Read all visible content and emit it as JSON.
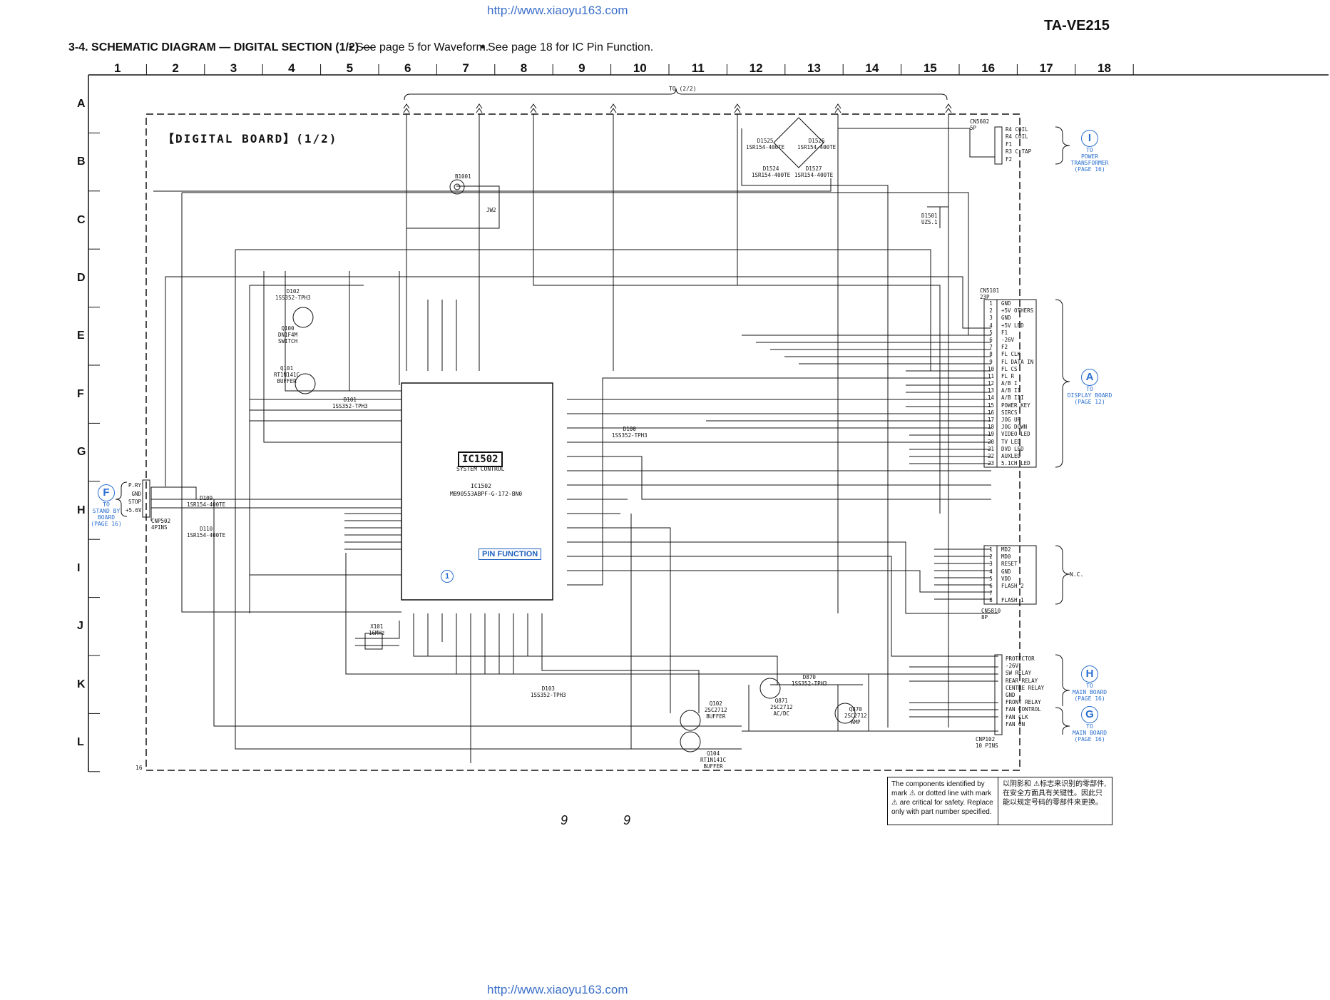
{
  "watermark_top": "http://www.xiaoyu163.com",
  "watermark_bottom": "http://www.xiaoyu163.com",
  "model": "TA-VE215",
  "heading": "3-4. SCHEMATIC DIAGRAM — DIGITAL SECTION (1/2) —",
  "note1": "• See page 5 for Waveform.",
  "note2": "• See page 18 for IC Pin Function.",
  "columns": [
    "1",
    "2",
    "3",
    "4",
    "5",
    "6",
    "7",
    "8",
    "9",
    "10",
    "11",
    "12",
    "13",
    "14",
    "15",
    "16",
    "17",
    "18"
  ],
  "rows": [
    "A",
    "B",
    "C",
    "D",
    "E",
    "F",
    "G",
    "H",
    "I",
    "J",
    "K",
    "L"
  ],
  "board_title": "【DIGITAL BOARD】(1/2)",
  "to_label": "TO (2/2)",
  "ic": {
    "name": "IC1502",
    "function": "SYSTEM CONTROL",
    "ref": "IC1502",
    "part": "MB90553ABPF-G-172-BN0"
  },
  "pin_function": "PIN FUNCTION",
  "circle_ref": "1",
  "connectors": {
    "cn5602": {
      "label": "CN5602",
      "pins": "5P",
      "lines": [
        "R4 COIL",
        "R4 COIL",
        "F1",
        "R3 C TAP",
        "F2"
      ]
    },
    "cn5101": {
      "label": "CN5101",
      "pins": "23P",
      "lines": [
        "GND",
        "+5V OTHERS",
        "GND",
        "+5V LED",
        "F1",
        "-26V",
        "F2",
        "FL CLK",
        "FL DATA IN",
        "FL CS",
        "FL R",
        "A/B I",
        "A/B II",
        "A/B III",
        "POWER KEY",
        "SIRCS",
        "JOG UP",
        "JOG DOWN",
        "VIDEO LED",
        "TV LED",
        "DVD LED",
        "AUXLED",
        "5.1CH LED"
      ]
    },
    "cn5810": {
      "label": "CN5810",
      "pins": "8P",
      "lines": [
        "MD2",
        "MD0",
        "RESET",
        "GND",
        "VDD",
        "FLASH 2",
        "",
        "FLASH 1"
      ]
    },
    "cnp102": {
      "label": "CNP102",
      "pins": "10 PINS",
      "lines": [
        "PROTECTOR",
        "-26V",
        "SW RELAY",
        "REAR RELAY",
        "CENTRE RELAY",
        "GND",
        "FRONT RELAY",
        "FAN CONTROL",
        "FAN CLK",
        "FAN ON"
      ]
    },
    "cnp502": {
      "label": "CNP502",
      "pins": "4PINS",
      "lines": [
        "P.RY",
        "GND",
        "STOP",
        "+5.6V"
      ]
    }
  },
  "targets": {
    "I": {
      "letter": "I",
      "text": "TO\nPOWER\nTRANSFORMER",
      "page": "(PAGE 16)"
    },
    "A": {
      "letter": "A",
      "text": "TO\nDISPLAY BOARD",
      "page": "(PAGE 12)"
    },
    "H": {
      "letter": "H",
      "text": "TO\nMAIN BOARD",
      "page": "(PAGE 16)"
    },
    "G": {
      "letter": "G",
      "text": "TO\nMAIN BOARD",
      "page": "(PAGE 16)"
    },
    "F": {
      "letter": "F",
      "text": "TO\nSTAND BY\nBOARD",
      "page": "(PAGE 16)"
    },
    "nc": "N.C."
  },
  "components": {
    "q102": "Q102\n2SC2712\nBUFFER",
    "q104": "Q104\nRT1N141C\nBUFFER",
    "q870": "Q870\n2SC2712\nAMP",
    "q871": "Q871\n2SC2712\nAC/DC",
    "q100": "Q100\nDN1F4M\nSWITCH",
    "q101": "Q101\nRT1N141C\nBUFFER",
    "d101": "D101\n1SS352-TPH3",
    "d102": "D102\n1SS352-TPH3",
    "d103": "D103\n1SS352-TPH3",
    "d870": "D870\n1SS352-TPH3",
    "d100": "D100\n1SS352-TPH3",
    "d109": "D109\n1SR154-400TE",
    "d110": "D110\n1SR154-400TE",
    "d1501": "D1501\nUZS.1",
    "d1524": "D1524\n1SR154-400TE",
    "d1525": "D1525\n1SR154-400TE",
    "d1526": "D1526\n1SR154-400TE",
    "d1527": "D1527\n1SR154-400TE",
    "x101": "X101\n16MHz",
    "b1001": "B1001",
    "jw2": "JW2"
  },
  "page_numbers": [
    "9",
    "9"
  ],
  "left_page": "16",
  "caution_en": "The components identified by mark ⚠ or dotted line with mark ⚠ are critical for safety. Replace only with part number specified.",
  "caution_cn": "以阴影和 ⚠标志来识别的零部件, 在安全方面具有关键性。因此只能以规定号码的零部件来更换。",
  "colors": {
    "ink": "#111111",
    "blue": "#2a6fd0",
    "watermark": "#3b6fc9"
  }
}
